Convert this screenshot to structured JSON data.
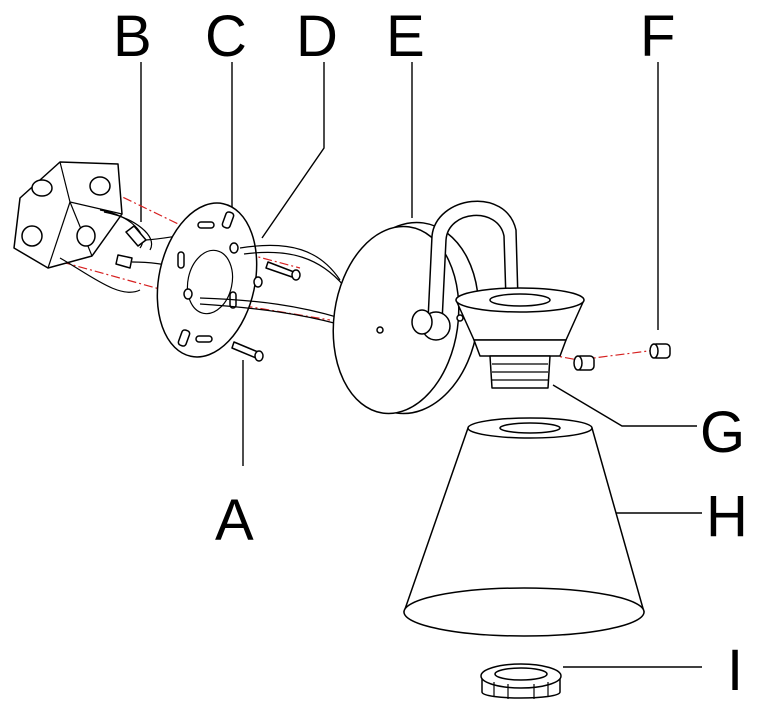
{
  "labels": {
    "a": "A",
    "b": "B",
    "c": "C",
    "d": "D",
    "e": "E",
    "f": "F",
    "g": "G",
    "h": "H",
    "i": "I"
  },
  "colors": {
    "line": "#000000",
    "guide": "#d62020",
    "background": "#ffffff"
  }
}
